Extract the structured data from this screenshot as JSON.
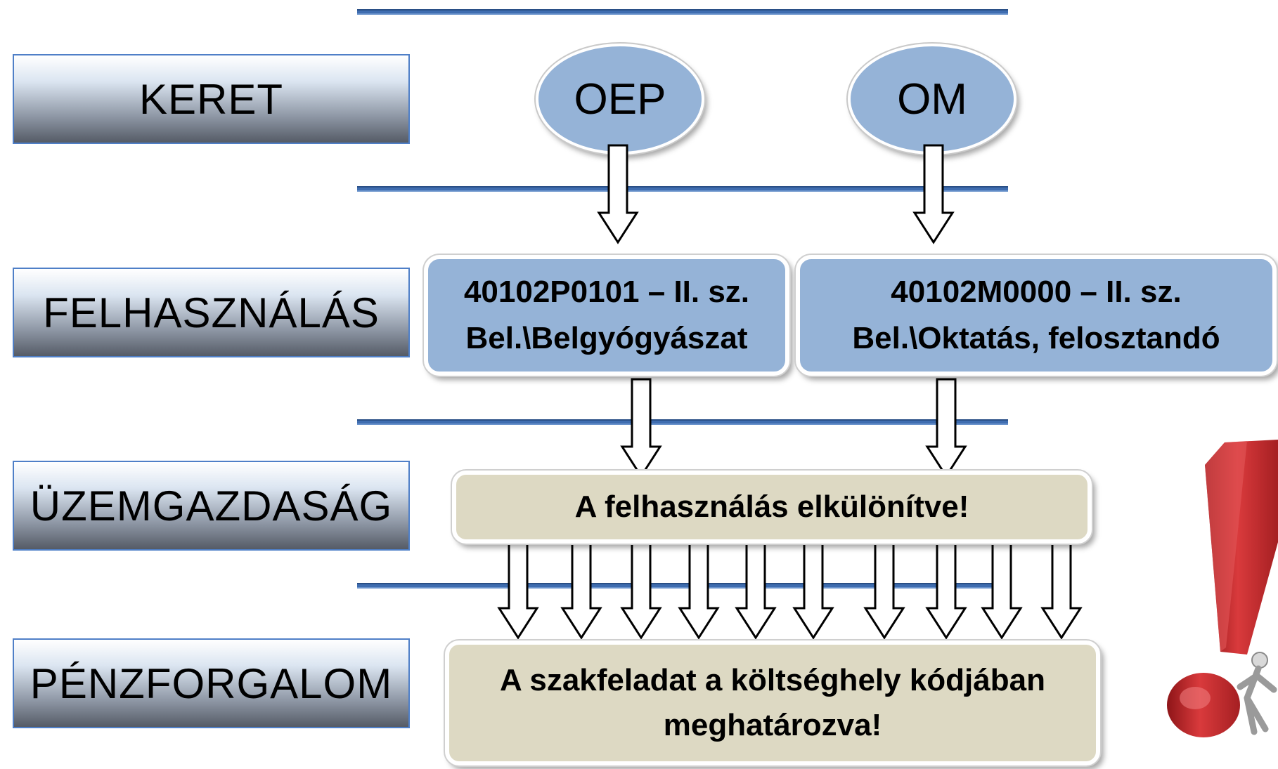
{
  "levels": {
    "keret": "KERET",
    "felhasznalas": "FELHASZNÁLÁS",
    "uzemgazdasag": "ÜZEMGAZDASÁG",
    "penzforgalom": "PÉNZFORGALOM"
  },
  "sources": {
    "oep": "OEP",
    "om": "OM"
  },
  "cost_centers": [
    {
      "line1": "40102P0101 – II. sz.",
      "line2": "Bel.\\Belgyógyászat"
    },
    {
      "line1": "40102M0000 – II. sz.",
      "line2": "Bel.\\Oktatás, felosztandó"
    }
  ],
  "separated_note": "A felhasználás elkülönítve!",
  "defined_note": {
    "line1": "A szakfeladat a költséghely kódjában",
    "line2": "meghatározva!"
  },
  "icon": "exclamation-mark-icon",
  "colors": {
    "separator": "#3f6db0",
    "blue_fill": "#95b3d7",
    "beige_fill": "#ddd9c3",
    "warning_red": "#c0282c"
  }
}
